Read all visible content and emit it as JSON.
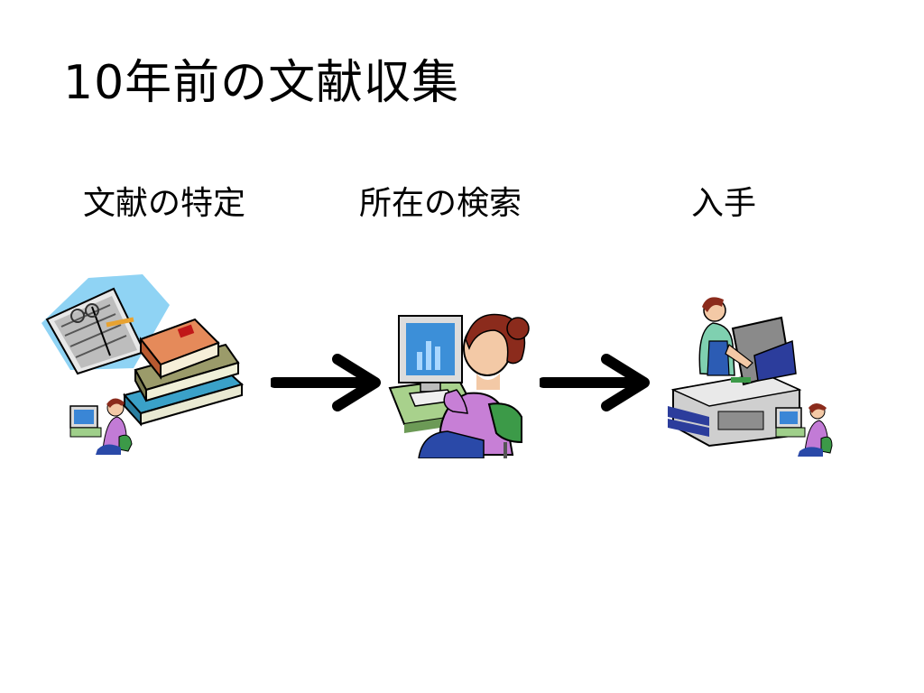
{
  "slide": {
    "title": "10年前の文献収集"
  },
  "steps": [
    {
      "label": "文献の特定",
      "clipart": "books-and-newspaper-with-small-computer-user-icon"
    },
    {
      "label": "所在の検索",
      "clipart": "woman-at-computer-icon"
    },
    {
      "label": "入手",
      "clipart": "copy-machine-operator-with-small-computer-user-icon"
    }
  ],
  "connectors": [
    "arrow-right-icon",
    "arrow-right-icon"
  ]
}
